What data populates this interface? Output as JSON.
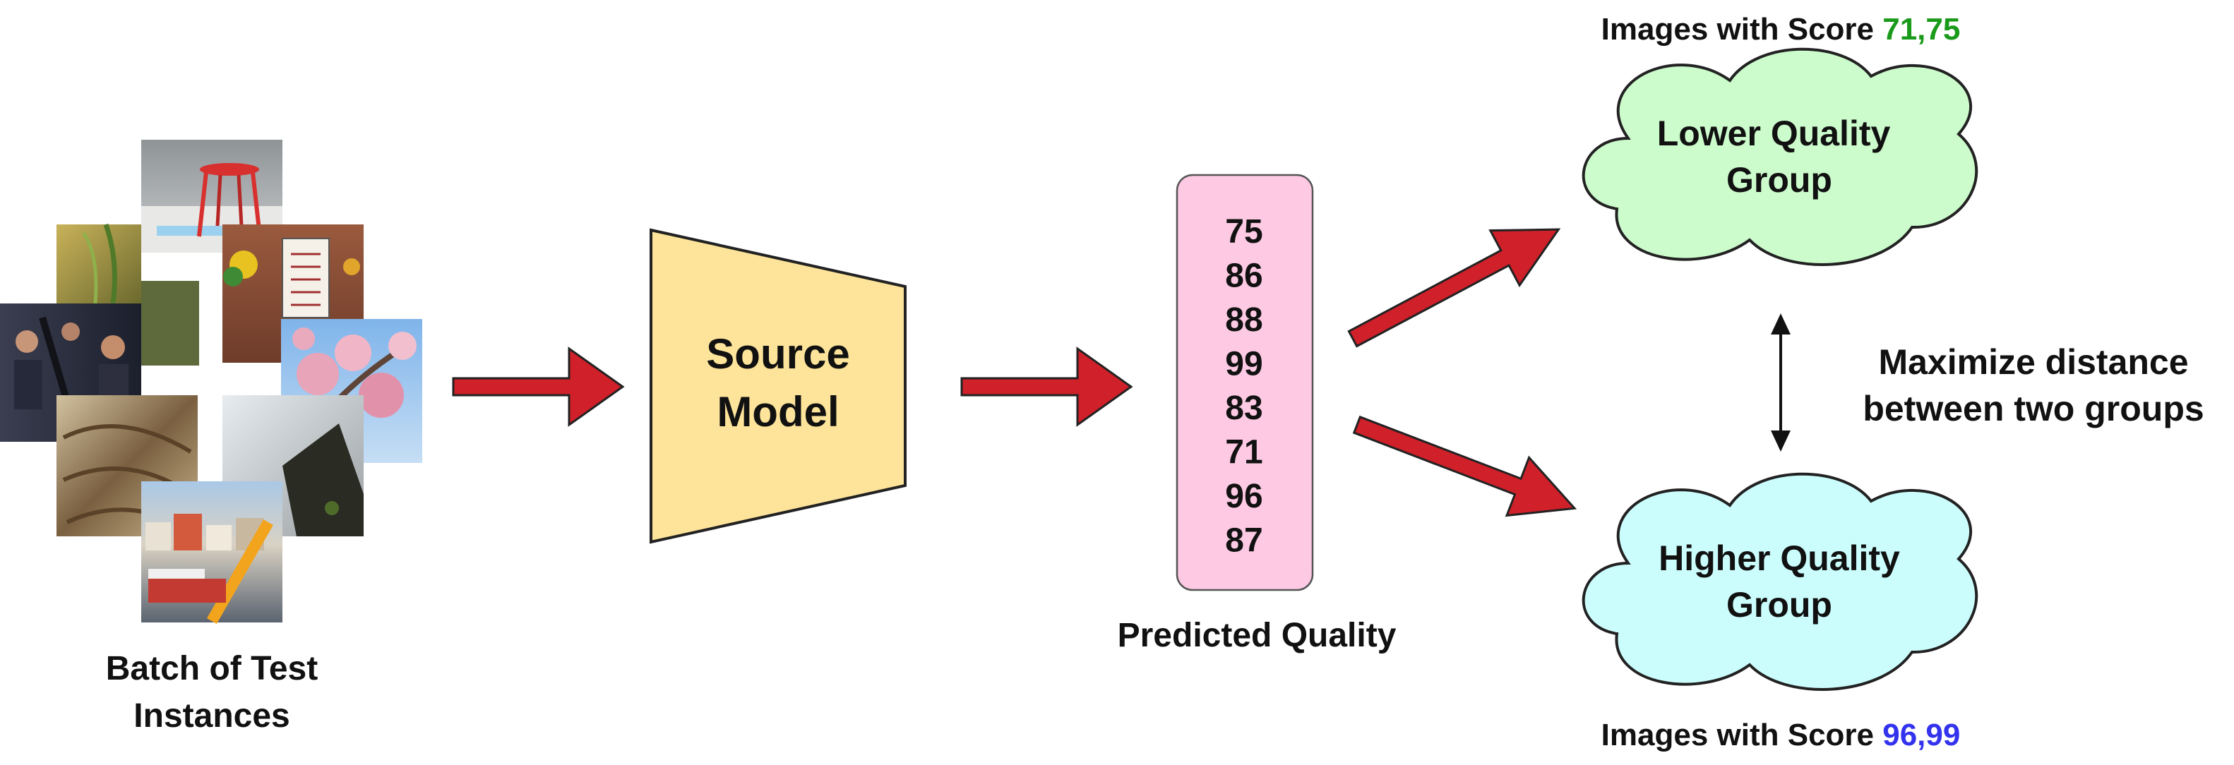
{
  "input": {
    "caption_line1": "Batch of Test",
    "caption_line2": "Instances"
  },
  "model": {
    "label_line1": "Source",
    "label_line2": "Model",
    "fill": "#fde49a"
  },
  "predictions": {
    "scores": [
      "75",
      "86",
      "88",
      "99",
      "83",
      "71",
      "96",
      "87"
    ],
    "caption": "Predicted Quality",
    "fill": "#fdc9e3"
  },
  "lower_group": {
    "label_line1": "Lower Quality",
    "label_line2": "Group",
    "fill": "#ccfbcc",
    "score_prefix": "Images with Score ",
    "score_values": "71,75",
    "score_color": "#1a9a1a"
  },
  "higher_group": {
    "label_line1": "Higher Quality",
    "label_line2": "Group",
    "fill": "#ccfdfd",
    "score_prefix": "Images with Score ",
    "score_values": "96,99",
    "score_color": "#3333ee"
  },
  "objective": {
    "line1": "Maximize distance",
    "line2": "between two groups"
  },
  "colors": {
    "arrow": "#d0202a",
    "stroke": "#222222"
  }
}
